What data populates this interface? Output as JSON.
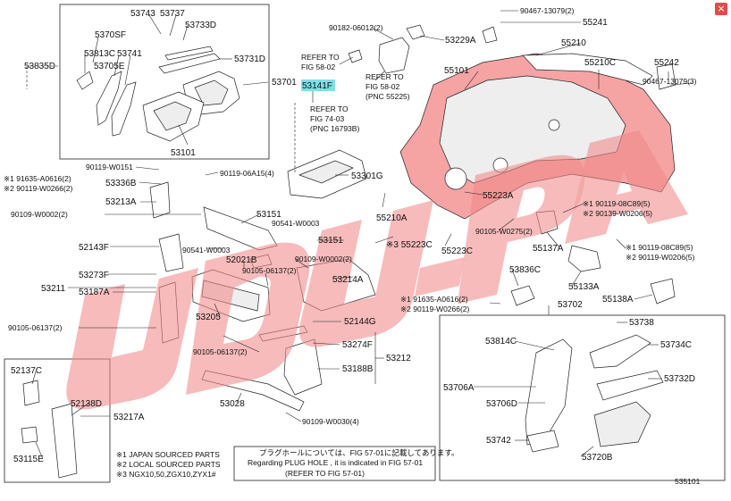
{
  "labels": {
    "p53743": "53743",
    "p53737": "53737",
    "p53733D": "53733D",
    "p5370SF": "5370SF",
    "p53813C": "53813C",
    "p53741": "53741",
    "p53835D": "53835D",
    "p53705E": "53705E",
    "p53731D": "53731D",
    "p53701": "53701",
    "p53101": "53101",
    "p90182": "90182-06012(2)",
    "p53229A": "53229A",
    "p90467a": "90467-13079(2)",
    "p55241": "55241",
    "p55210": "55210",
    "refer58a": "REFER TO\nFIG 58-02",
    "refer58b": "REFER TO\nFIG 58-02\n(PNC 55225)",
    "p55101": "55101",
    "p53141F": "53141F",
    "refer74": "REFER TO\nFIG 74-03\n(PNC 16793B)",
    "p55210C": "55210C",
    "p55242": "55242",
    "p90467b": "90467-13079(3)",
    "p191635a": "※1 91635-A0616(2)",
    "p290119a": "※2 90119-W0266(2)",
    "p90119_151": "90119-W0151",
    "p53336B": "53336B",
    "p90119_06a15": "90119-06A15(4)",
    "p53301G": "53301G",
    "p53213A": "53213A",
    "p53151a": "53151",
    "p90109_2": "90109-W0002(2)",
    "p90541_3a": "90541-W0003",
    "p55210A": "55210A",
    "p55223A": "55223A",
    "p190119_8c89": "※1 90119-08C89(5)",
    "p290139": "※2 90139-W0206(5)",
    "p52143F": "52143F",
    "p90541_3b": "90541-W0003",
    "p53151b": "53151",
    "p55223C_1": "※3 55223C",
    "p55223C": "55223C",
    "p90105_275": "90105-W0275(2)",
    "p55137A": "55137A",
    "p190119_8c89b": "※1 90119-08C89(5)",
    "p290119_206": "※2 90119-W0206(5)",
    "p53273F": "53273F",
    "p52021B": "52021B",
    "p90109_2b": "90109-W0002(2)",
    "p53836C": "53836C",
    "p53211": "53211",
    "p90105_137": "90105-06137(2)",
    "p53214A": "53214A",
    "p55133A": "55133A",
    "p53187A": "53187A",
    "p191635b": "※1 91635-A0616(2)",
    "p290119b": "※2 90119-W0266(2)",
    "p55138A": "55138A",
    "p90105_137b": "90105-06137(2)",
    "p53205": "53205",
    "p52144G": "52144G",
    "p53702": "53702",
    "p53738": "53738",
    "p90105_137c": "90105-06137(2)",
    "p53274F": "53274F",
    "p53814C": "53814C",
    "p53734C": "53734C",
    "p53212": "53212",
    "p52137C": "52137C",
    "p53188B": "53188B",
    "p53706A": "53706A",
    "p53732D": "53732D",
    "p52138D": "52138D",
    "p53217A": "53217A",
    "p53028": "53028",
    "p53706D": "53706D",
    "p90109_30": "90109-W0030(4)",
    "p53742": "53742",
    "p53115E": "53115E",
    "p53720B": "53720B",
    "p535101": "535101"
  },
  "notes": {
    "n1": "※1 JAPAN SOURCED PARTS",
    "n2": "※2 LOCAL SOURCED PARTS",
    "n3": "※3 NGX10,50,ZGX10,ZYX1#",
    "jp": "プラグホールについては、FIG 57-01に記載してあります。",
    "en1": "Regarding  PLUG  HOLE , it is indicated in FIG 57-01",
    "en2": "(REFER  TO  FIG 57-01)"
  },
  "watermark": {
    "text": "UDU-PA",
    "color": "#f08a8a"
  },
  "highlight_color": "#7ee0e6",
  "close_button": "×"
}
